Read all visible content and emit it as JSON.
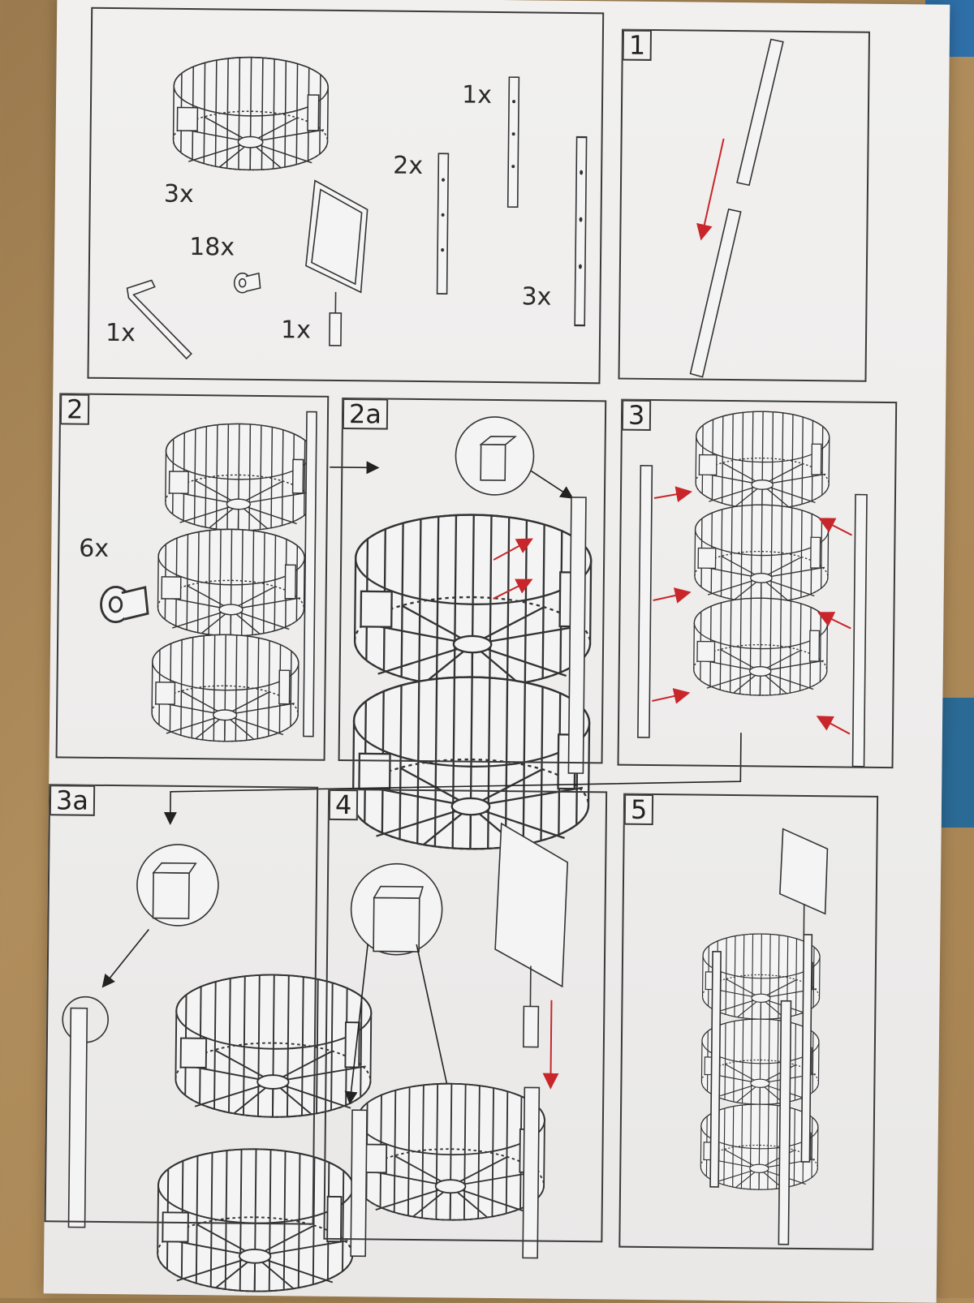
{
  "parts": {
    "basket_qty": "3x",
    "screw_qty": "18x",
    "allen_key_qty": "1x",
    "sign_qty": "1x",
    "pole_short_qty": "1x",
    "pole_medium_qty": "2x",
    "pole_long_qty": "3x"
  },
  "steps": {
    "step1": "1",
    "step2": "2",
    "step2_screw_qty": "6x",
    "step2a": "2a",
    "step3": "3",
    "step3a": "3a",
    "step4": "4",
    "step5": "5"
  },
  "colors": {
    "paper": "#efeeed",
    "line": "#333333",
    "arrow_red": "#c8262a",
    "table_wood": "#a78352"
  }
}
